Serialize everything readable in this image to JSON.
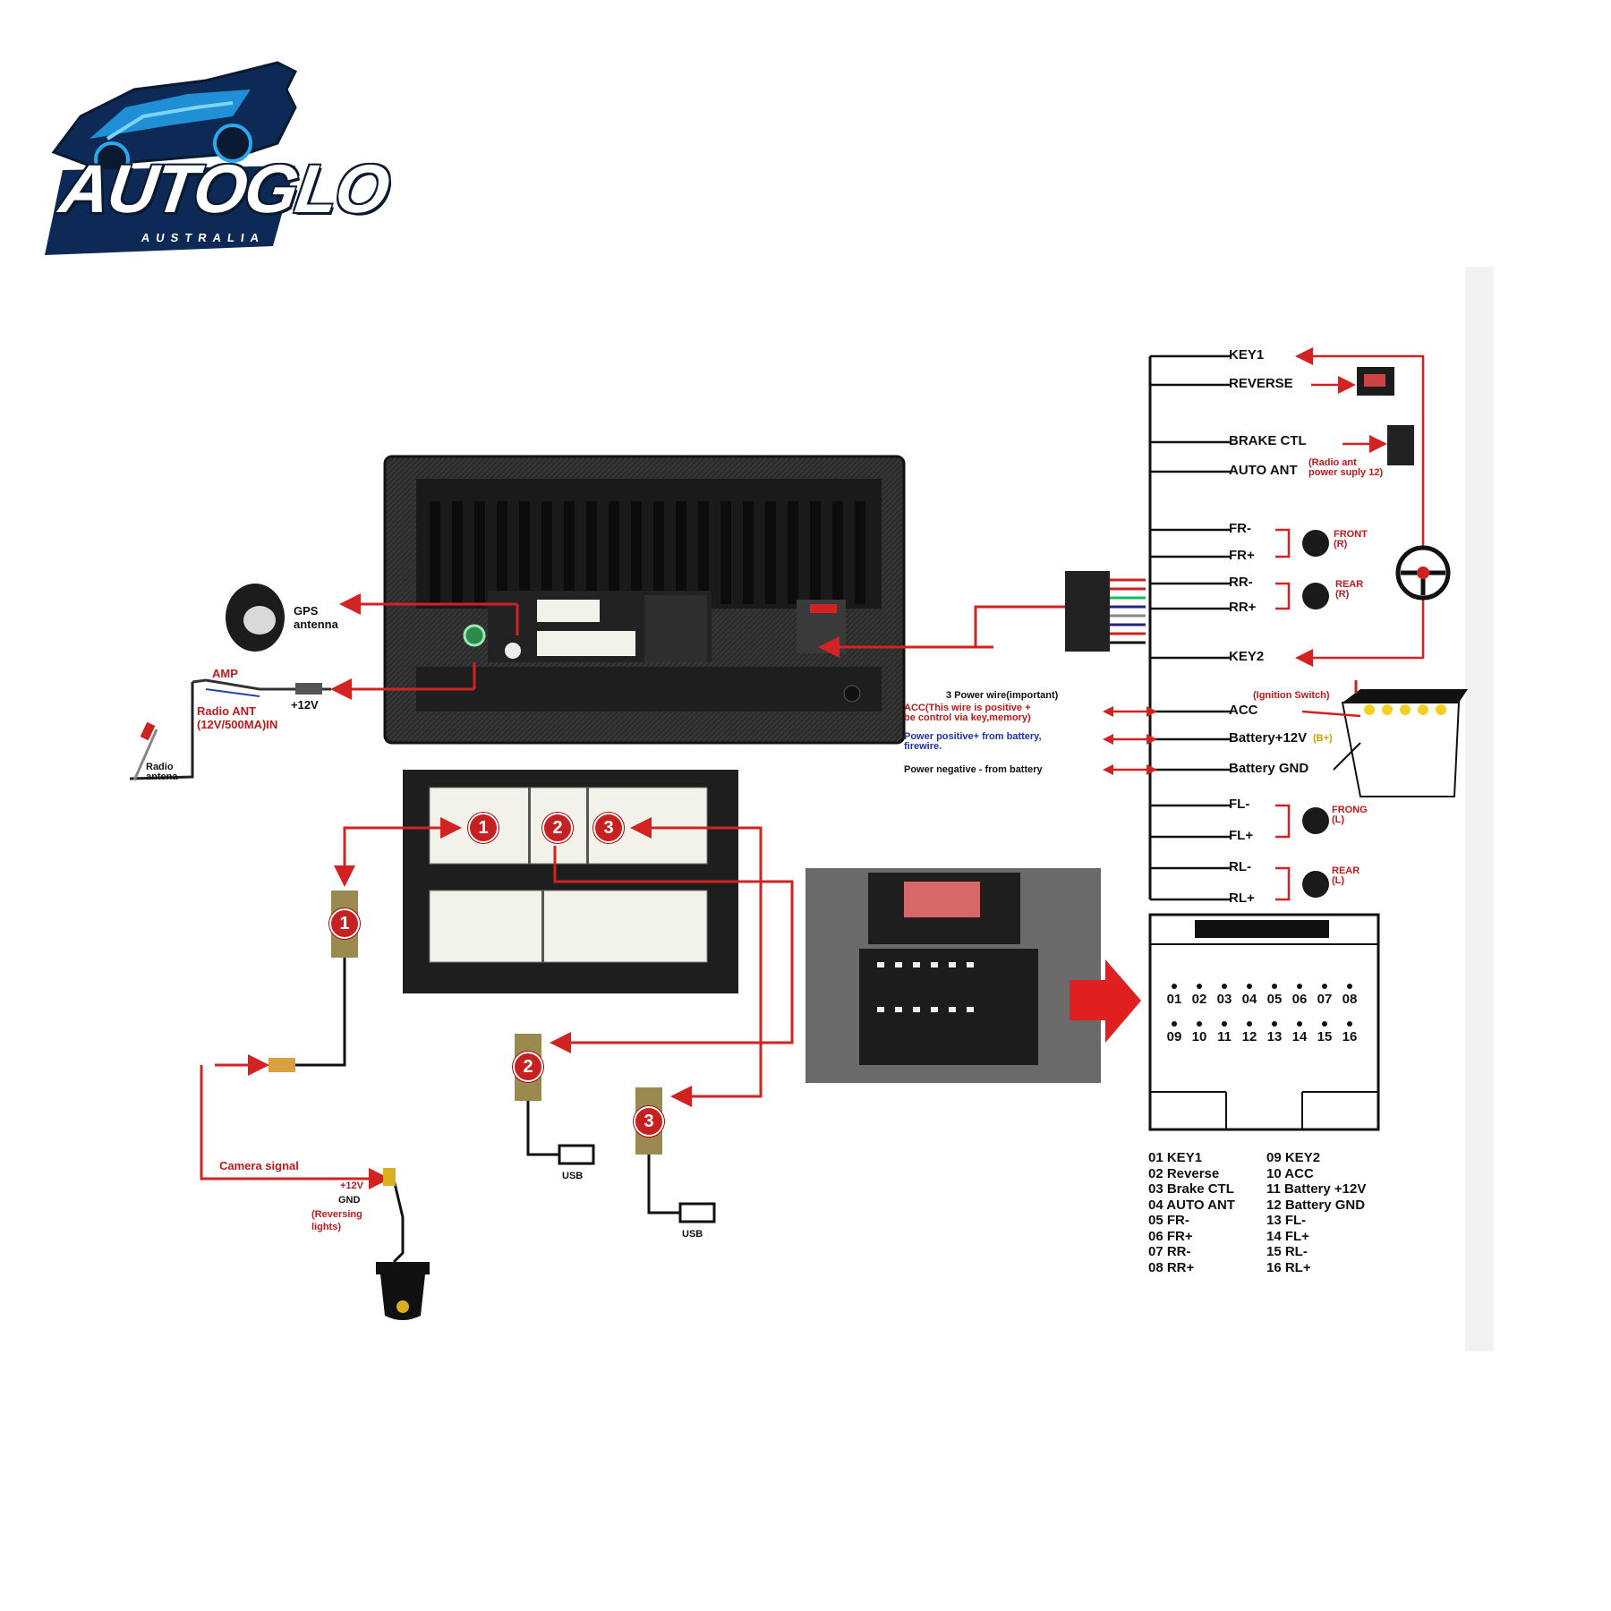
{
  "logo": {
    "brand": "AUTOGLO",
    "sub": "AUSTRALIA"
  },
  "colors": {
    "wire_red": "#d22222",
    "device_dark": "#2a2a2a",
    "connector_white": "#f2f2ea"
  },
  "left": {
    "gps": "GPS\nantenna",
    "amp": "AMP",
    "plus12": "+12V",
    "radio_ant": "Radio ANT\n(12V/500MA)IN",
    "radio_antenna": "Radio\nantena",
    "camera_signal": "Camera signal",
    "cam_plus12": "+12V",
    "cam_gnd": "GND",
    "cam_reversing": "(Reversing\nlights)",
    "usb1": "USB",
    "usb2": "USB"
  },
  "markers": [
    "1",
    "2",
    "3"
  ],
  "wires": [
    "KEY1",
    "REVERSE",
    "BRAKE CTL",
    "AUTO ANT",
    "FR-",
    "FR+",
    "RR-",
    "RR+",
    "KEY2",
    "ACC",
    "Battery+12V",
    "Battery GND",
    "FL-",
    "FL+",
    "RL-",
    "RL+"
  ],
  "wire_notes": {
    "auto_ant": "(Radio ant\npower suply 12)",
    "front_r": "FRONT\n(R)",
    "rear_r": "REAR\n(R)",
    "front_l": "FRONG\n(L)",
    "rear_l": "REAR\n(L)",
    "ignition": "(Ignition Switch)",
    "bplus": "(B+)"
  },
  "power": {
    "title": "3 Power wire(important)",
    "acc": "ACC(This wire is positive +\nbe control via key,memory)",
    "pos": "Power positive+ from battery,\nfirewire.",
    "neg": "Power negative - from battery"
  },
  "pins_top": [
    "01",
    "02",
    "03",
    "04",
    "05",
    "06",
    "07",
    "08"
  ],
  "pins_bottom": [
    "09",
    "10",
    "11",
    "12",
    "13",
    "14",
    "15",
    "16"
  ],
  "legend_left": [
    "01 KEY1",
    "02 Reverse",
    "03 Brake CTL",
    "04 AUTO ANT",
    "05 FR-",
    "06 FR+",
    "07 RR-",
    "08 RR+"
  ],
  "legend_right": [
    "09 KEY2",
    "10 ACC",
    "11 Battery +12V",
    "12 Battery GND",
    "13 FL-",
    "14 FL+",
    "15 RL-",
    "16 RL+"
  ]
}
